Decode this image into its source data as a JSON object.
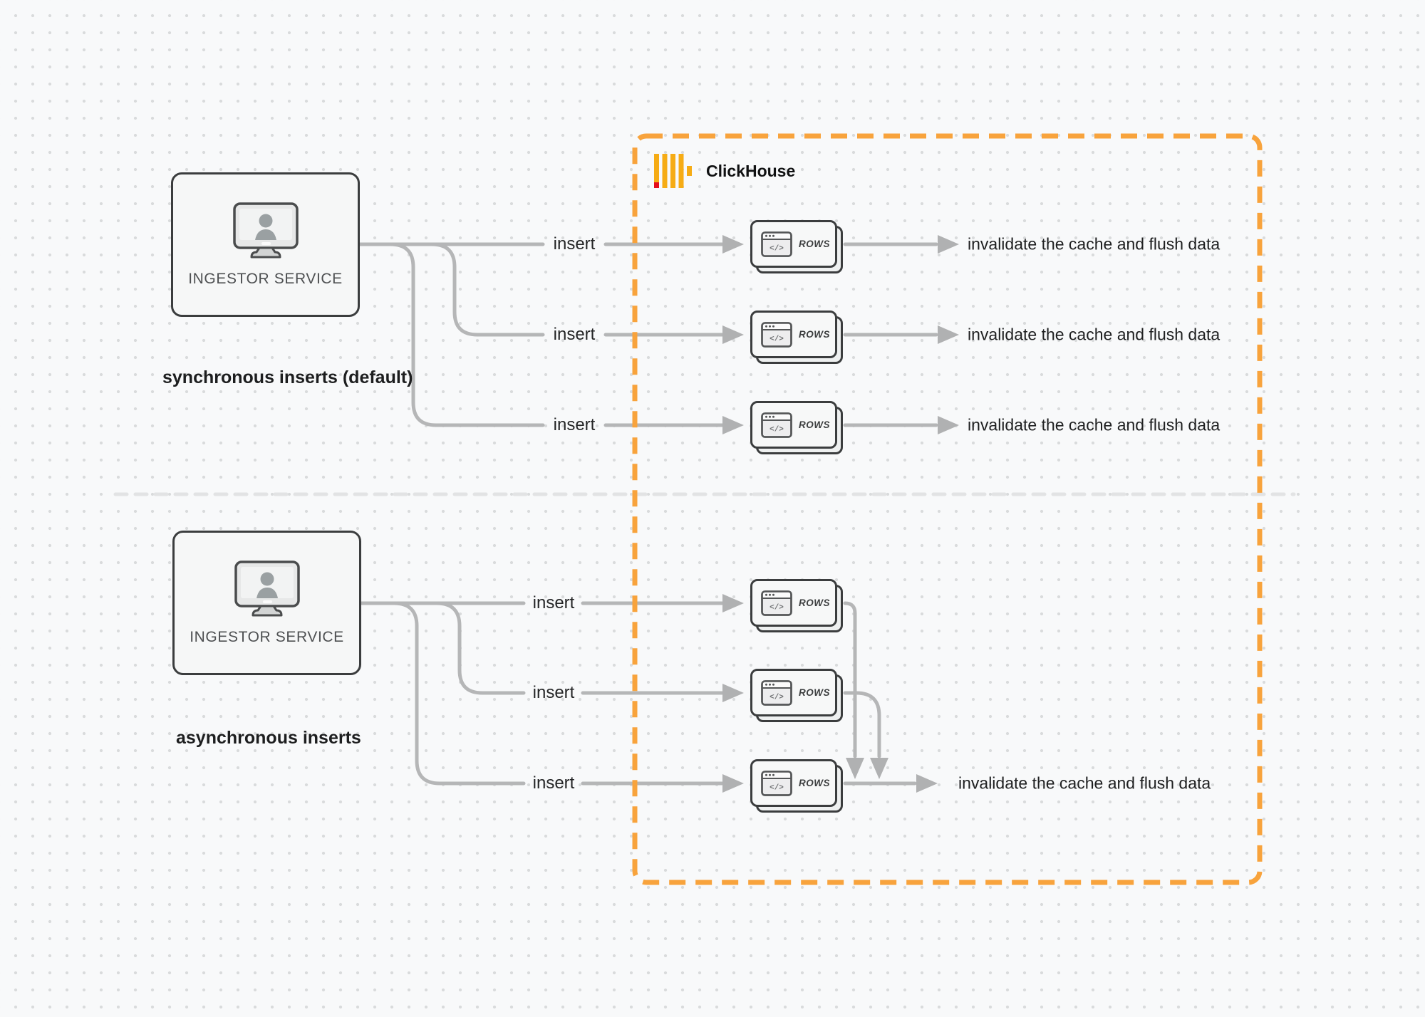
{
  "colors": {
    "accent_orange": "#F8A33C",
    "logo_amber": "#F6AC15",
    "logo_red": "#E50E1B",
    "connector_gray": "#b5b6b7",
    "dark_border": "#3b3d3e",
    "divider_gray": "#e2e3e4"
  },
  "clickhouse": {
    "label": "ClickHouse"
  },
  "sync": {
    "caption": "synchronous inserts (default)",
    "ingestor": {
      "label": "INGESTOR SERVICE"
    },
    "rows": [
      {
        "insert": "insert",
        "card": "ROWS",
        "code": "</>",
        "result": "invalidate the cache and flush data"
      },
      {
        "insert": "insert",
        "card": "ROWS",
        "code": "</>",
        "result": "invalidate the cache and flush data"
      },
      {
        "insert": "insert",
        "card": "ROWS",
        "code": "</>",
        "result": "invalidate the cache and flush data"
      }
    ]
  },
  "async": {
    "caption": "asynchronous inserts",
    "ingestor": {
      "label": "INGESTOR SERVICE"
    },
    "rows": [
      {
        "insert": "insert",
        "card": "ROWS",
        "code": "</>"
      },
      {
        "insert": "insert",
        "card": "ROWS",
        "code": "</>"
      },
      {
        "insert": "insert",
        "card": "ROWS",
        "code": "</>"
      }
    ],
    "result": "invalidate the cache and flush data"
  }
}
